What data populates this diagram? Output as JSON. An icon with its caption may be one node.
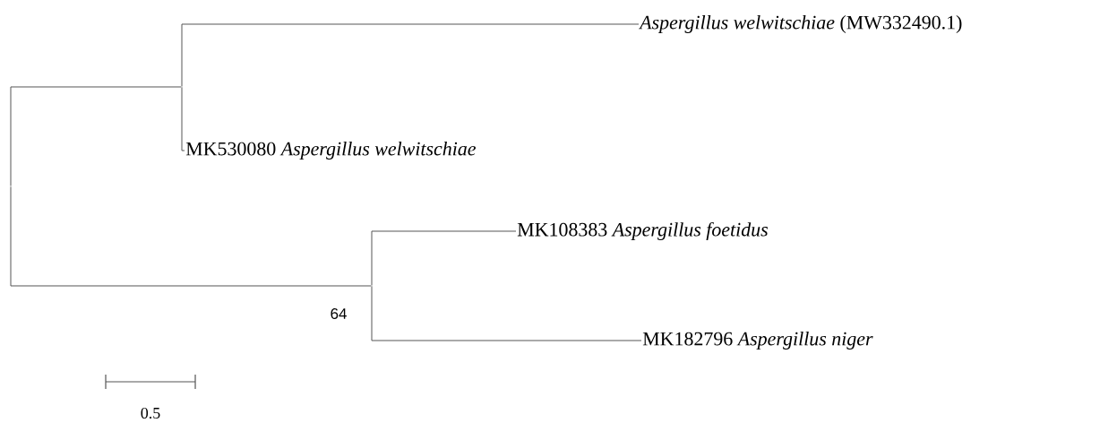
{
  "diagram": {
    "nodes": [
      {
        "text": [],
        "shape": "point"
      },
      {
        "text": [],
        "shape": "point"
      },
      {
        "text": [
          "*Aspergillus welwitschiae* (MW332490.1)"
        ]
      },
      {
        "text": [
          "MK530080 *Aspergillus welwitschiae*"
        ]
      },
      {
        "text": [],
        "shape": "point",
        "beside": [
          "64"
        ]
      },
      {
        "text": [
          "MK108383 *Aspergillus foetidus*"
        ]
      },
      {
        "text": [
          "MK182796 *Aspergillus niger*"
        ]
      }
    ],
    "edges": [
      {
        "from": 0,
        "to": 1,
        "arrow": "none"
      },
      {
        "from": 0,
        "to": 4,
        "arrow": "none"
      },
      {
        "from": 1,
        "to": 2,
        "arrow": "none"
      },
      {
        "from": 1,
        "to": 3,
        "arrow": "none"
      },
      {
        "from": 4,
        "to": 5,
        "arrow": "none"
      },
      {
        "from": 4,
        "to": 6,
        "arrow": "none"
      }
    ],
    "labels": [
      "0.5"
    ]
  }
}
